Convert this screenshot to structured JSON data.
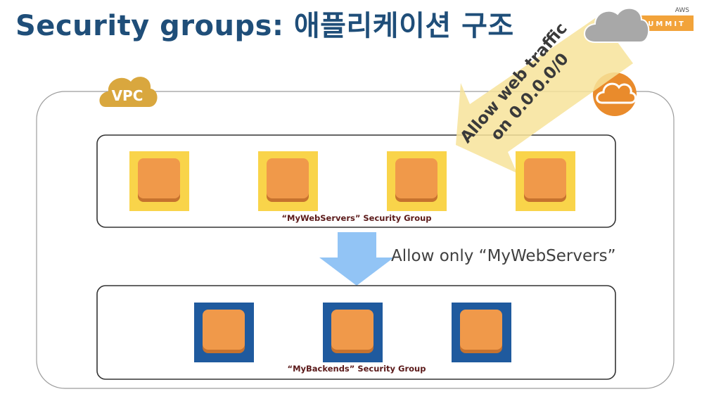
{
  "title": "Security groups: 애플리케이션 구조",
  "vpc": {
    "label": "VPC"
  },
  "web_group": {
    "label": "“MyWebServers” Security Group",
    "instance_count": 4
  },
  "backend_group": {
    "label": "“MyBackends” Security Group",
    "instance_count": 3
  },
  "flow_label": "Allow only “MyWebServers”",
  "internet_arrow": {
    "line1": "Allow web traffic",
    "line2": "on  0.0.0.0/0"
  },
  "logo": {
    "aws": "AWS",
    "summit": "SUMMIT"
  },
  "colors": {
    "title": "#1f4e79",
    "instance_orange": "#f0994a",
    "web_frame": "#f9d44a",
    "backend_frame": "#1f5a9e",
    "vpc_cloud": "#d9a73e",
    "internet_circle": "#e98b2c",
    "flow_arrow": "#92c4f5",
    "traffic_arrow": "#f7e39a"
  }
}
